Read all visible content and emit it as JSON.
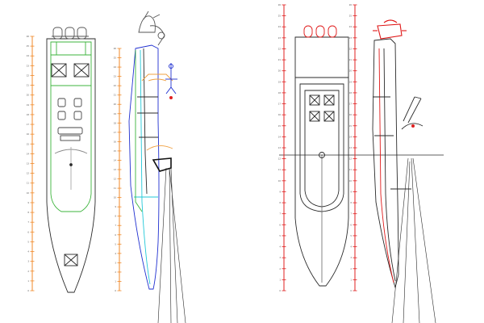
{
  "colors": {
    "background": "#ffffff",
    "outline": "#2a2a2a",
    "ruler_orange": "#f08a2a",
    "ruler_red": "#e02020",
    "hull_green": "#3cb43c",
    "hull_blue": "#1f2fd0",
    "hull_cyan": "#22c8d8",
    "engine_red": "#e01818",
    "accent_orange": "#f0a040"
  },
  "icons": [
    "hatch-icon",
    "engine-icon",
    "seat-icon",
    "figure-icon",
    "radar-arch-icon"
  ],
  "rulers": {
    "left_pair": {
      "ticks": [
        "26",
        "25",
        "24",
        "23",
        "22",
        "21",
        "20",
        "19",
        "18",
        "17",
        "16",
        "15",
        "14",
        "13",
        "12",
        "11",
        "10",
        "9",
        "8",
        "7",
        "6",
        "5",
        "4",
        "3",
        "2",
        "1",
        "0"
      ]
    },
    "right_pair": {
      "ticks": [
        "26",
        "25",
        "24",
        "23",
        "22",
        "21",
        "20",
        "19",
        "18",
        "17",
        "16",
        "15",
        "14",
        "13",
        "12",
        "11",
        "10",
        "9",
        "8",
        "7",
        "6",
        "5",
        "4",
        "3",
        "2",
        "1",
        "0"
      ]
    }
  }
}
